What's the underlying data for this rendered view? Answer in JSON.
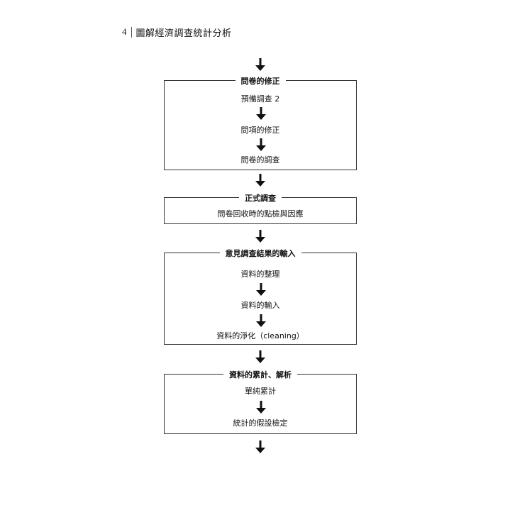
{
  "header": {
    "page_number": "4",
    "book_title": "圖解經濟調查統計分析"
  },
  "flow": {
    "box1": {
      "title": "問卷的修正",
      "items": [
        "預備調查 2",
        "問項的修正",
        "問卷的調查"
      ]
    },
    "box2": {
      "title": "正式調查",
      "items": [
        "問卷回收時的點檢與因應"
      ]
    },
    "box3": {
      "title": "意見調查結果的輸入",
      "items": [
        "資料的整理",
        "資料的輸入",
        "資料的淨化（cleaning）"
      ]
    },
    "box4": {
      "title": "資料的累計、解析",
      "items": [
        "單純累計",
        "統計的假設檢定"
      ]
    }
  },
  "colors": {
    "line": "#333333",
    "arrow": "#111111",
    "background": "#ffffff"
  },
  "icons": {
    "flow_arrow": "arrow-down-icon"
  }
}
